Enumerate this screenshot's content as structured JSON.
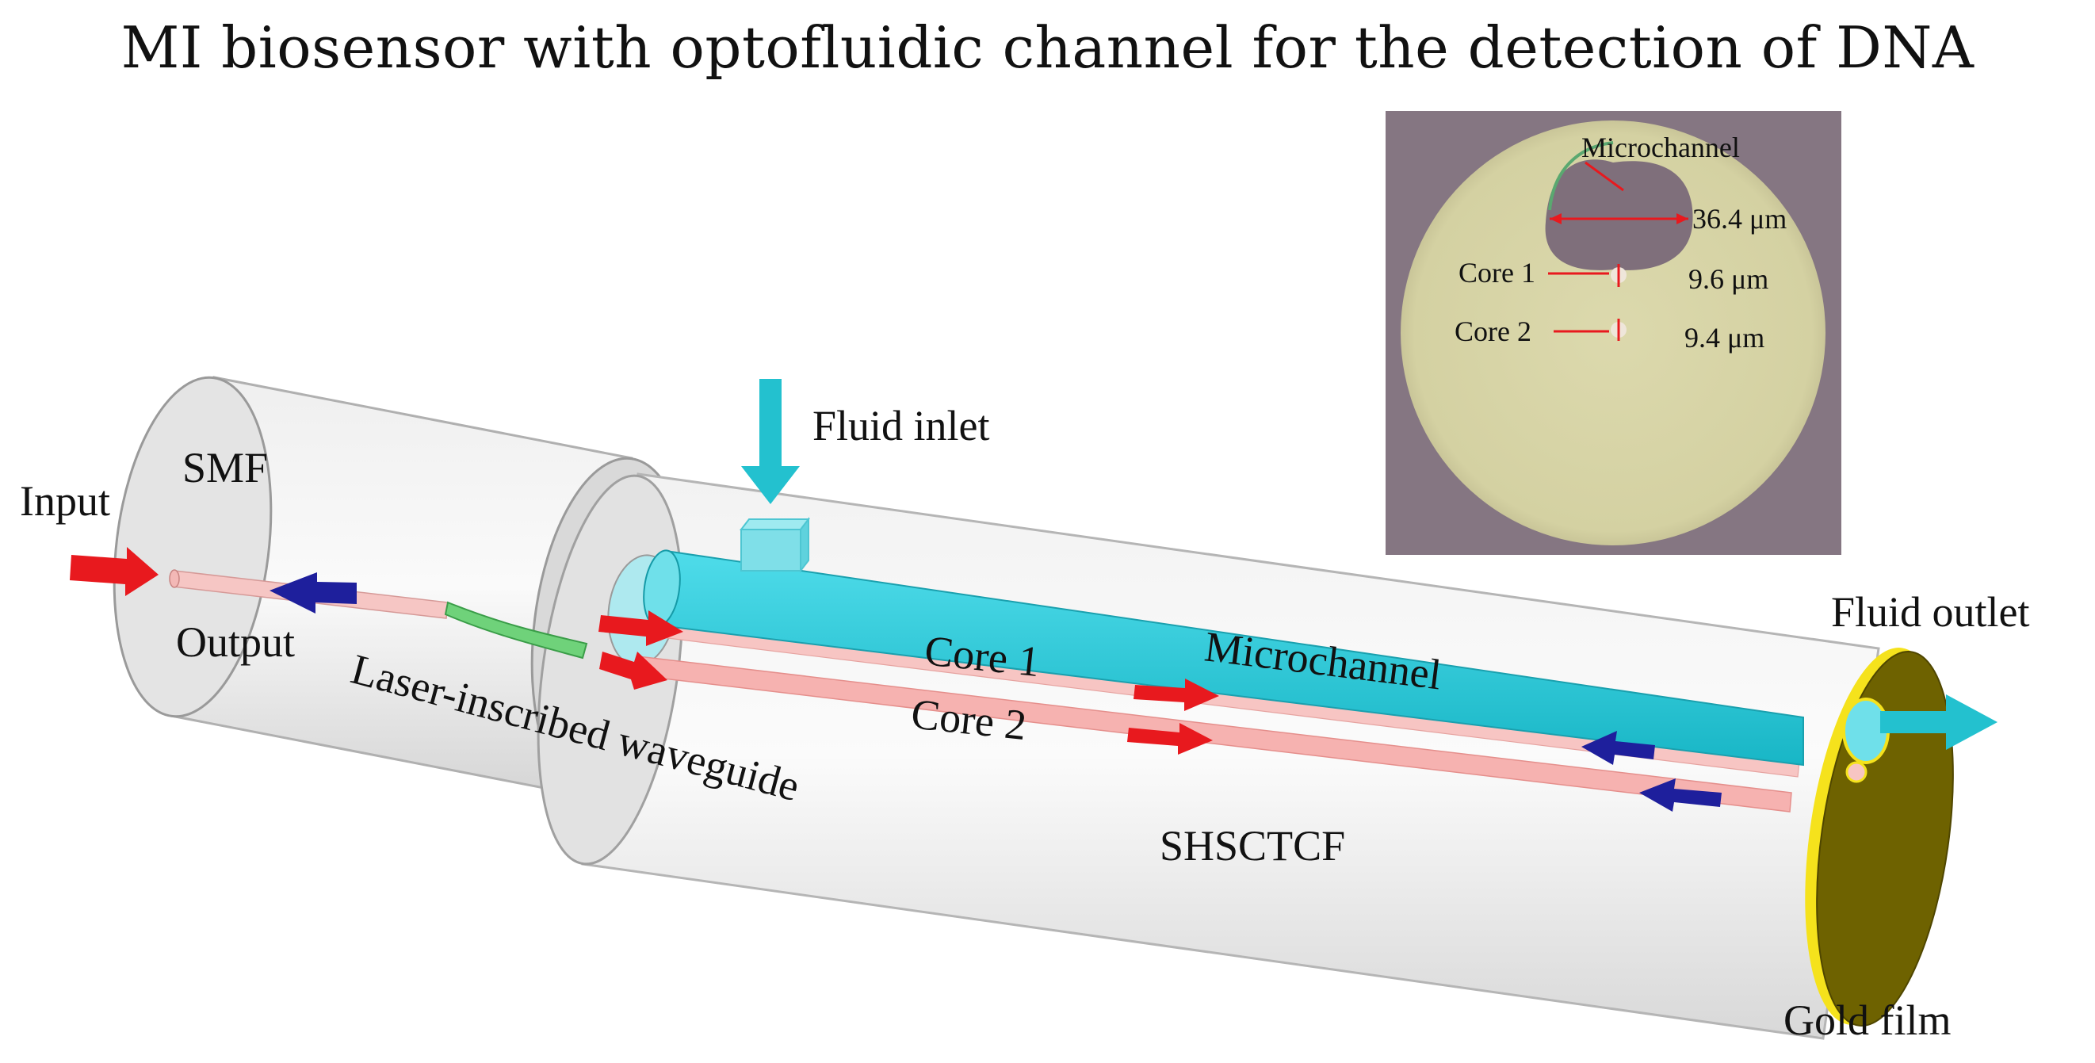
{
  "title": "MI biosensor with optofluidic channel for the detection of DNA",
  "labels": {
    "input": "Input",
    "output": "Output",
    "smf": "SMF",
    "fluid_inlet": "Fluid inlet",
    "fluid_outlet": "Fluid outlet",
    "core1": "Core 1",
    "core2": "Core 2",
    "microchannel": "Microchannel",
    "waveguide": "Laser-inscribed waveguide",
    "shsctcf": "SHSCTCF",
    "gold_film": "Gold film"
  },
  "inset": {
    "microchannel": "Microchannel",
    "core1": "Core 1",
    "core2": "Core 2",
    "dim_microchannel": "36.4 μm",
    "dim_core1": "9.6 μm",
    "dim_core2": "9.4 μm"
  },
  "colors": {
    "signal_in": "#e8191e",
    "signal_out": "#1e1f9c",
    "fluid": "#23c1cf",
    "gold": "#6e6200",
    "gold_rim": "#f5e21c",
    "core": "#f6b2b0",
    "inset_background": "#8a7a86",
    "inset_fiber": "#d7d4a8"
  }
}
